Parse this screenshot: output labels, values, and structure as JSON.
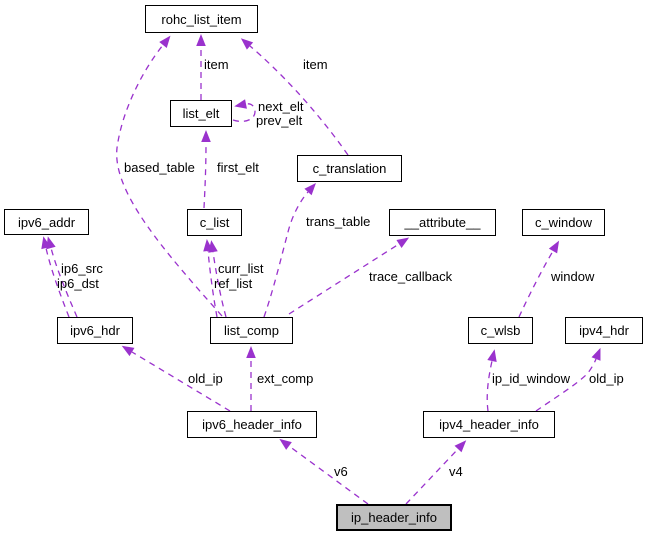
{
  "diagram": {
    "type": "collaboration-graph",
    "nodes": {
      "rohc_list_item": {
        "label": "rohc_list_item"
      },
      "list_elt": {
        "label": "list_elt"
      },
      "c_translation": {
        "label": "c_translation"
      },
      "ipv6_addr": {
        "label": "ipv6_addr"
      },
      "c_list": {
        "label": "c_list"
      },
      "attribute": {
        "label": "__attribute__"
      },
      "c_window": {
        "label": "c_window"
      },
      "ipv6_hdr": {
        "label": "ipv6_hdr"
      },
      "list_comp": {
        "label": "list_comp"
      },
      "c_wlsb": {
        "label": "c_wlsb"
      },
      "ipv4_hdr": {
        "label": "ipv4_hdr"
      },
      "ipv6_header_info": {
        "label": "ipv6_header_info"
      },
      "ipv4_header_info": {
        "label": "ipv4_header_info"
      },
      "ip_header_info": {
        "label": "ip_header_info"
      }
    },
    "edge_labels": {
      "item_left": "item",
      "item_right": "item",
      "next_elt": "next_elt",
      "prev_elt": "prev_elt",
      "based_table": "based_table",
      "first_elt": "first_elt",
      "trans_table": "trans_table",
      "curr_list": "curr_list",
      "ref_list": "ref_list",
      "ip6_src": "ip6_src",
      "ip6_dst": "ip6_dst",
      "trace_callback": "trace_callback",
      "window": "window",
      "old_ip_v6": "old_ip",
      "ext_comp": "ext_comp",
      "ip_id_window": "ip_id_window",
      "old_ip_v4": "old_ip",
      "v6": "v6",
      "v4": "v4"
    },
    "colors": {
      "edge": "#9a32cd",
      "node_border": "#000000",
      "node_fill": "#ffffff",
      "highlight_fill": "#bfbfbf",
      "text": "#000000"
    }
  }
}
